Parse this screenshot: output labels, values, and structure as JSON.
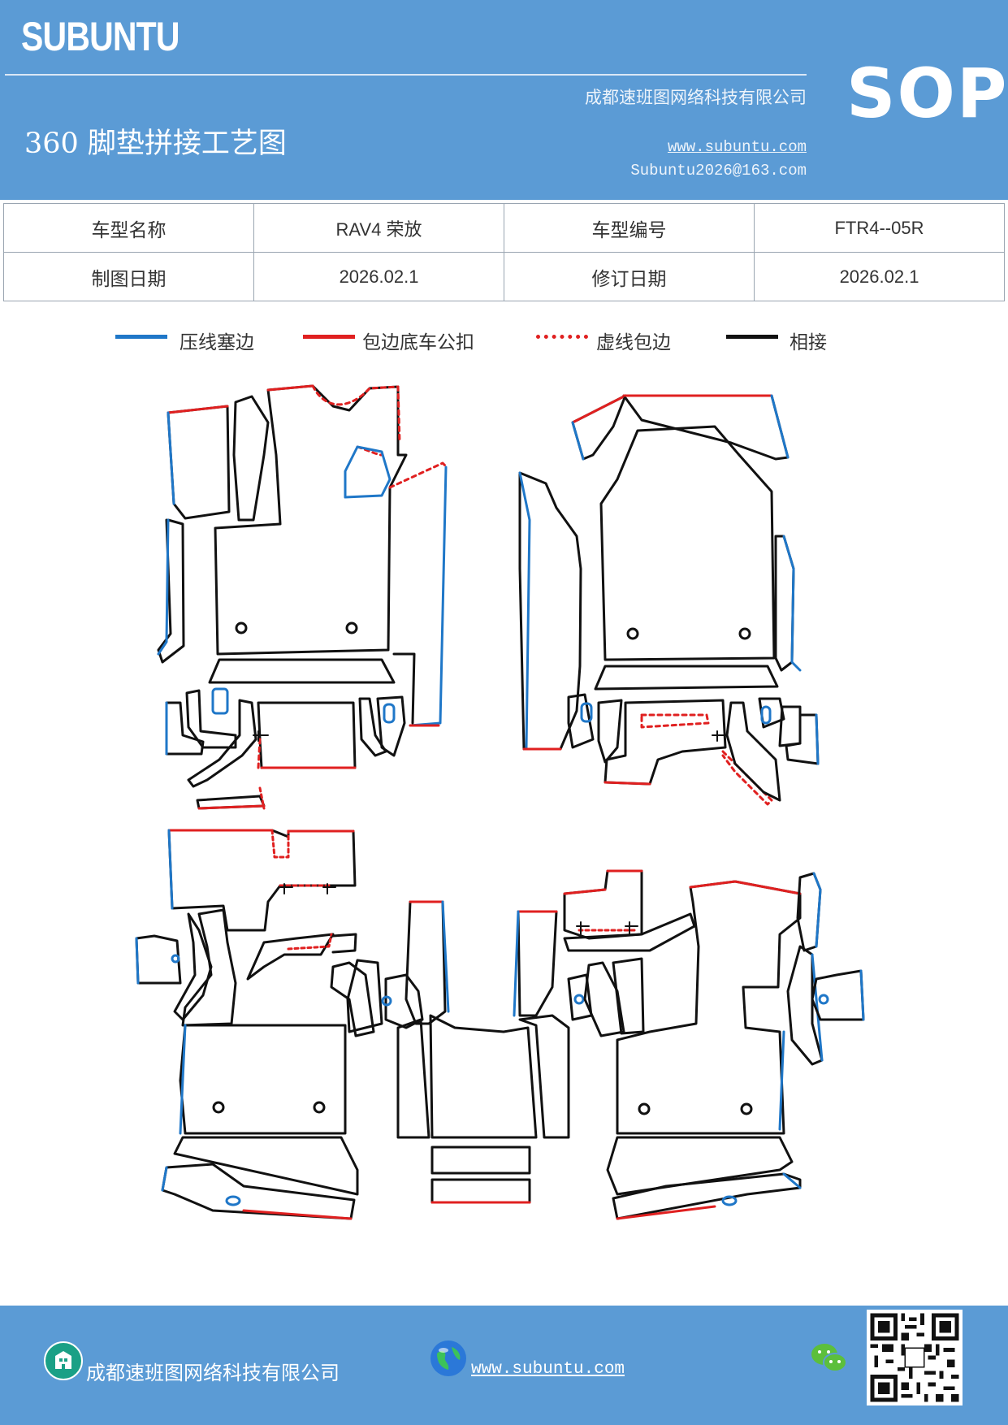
{
  "header": {
    "brand": "SUBUNTU",
    "company": "成都速班图网络科技有限公司",
    "title": "360 脚垫拼接工艺图",
    "website": "www.subuntu.com",
    "email": "Subuntu2026@163.com",
    "badge": "SOP",
    "background_color": "#5b9bd5"
  },
  "info_table": {
    "rows": [
      [
        "车型名称",
        "RAV4 荣放",
        "车型编号",
        "FTR4--05R"
      ],
      [
        "制图日期",
        "2026.02.1",
        "修订日期",
        "2026.02.1"
      ]
    ]
  },
  "legend": [
    {
      "label": "压线塞边",
      "color": "#1f77c8",
      "style": "solid"
    },
    {
      "label": "包边底车公扣",
      "color": "#e02020",
      "style": "solid"
    },
    {
      "label": "虚线包边",
      "color": "#e02020",
      "style": "dotted"
    },
    {
      "label": "相接",
      "color": "#111111",
      "style": "solid"
    }
  ],
  "footer": {
    "company": "成都速班图网络科技有限公司",
    "website": "www.subuntu.com",
    "icons": [
      "building-icon",
      "globe-icon",
      "wechat-icon",
      "qr-code"
    ]
  }
}
